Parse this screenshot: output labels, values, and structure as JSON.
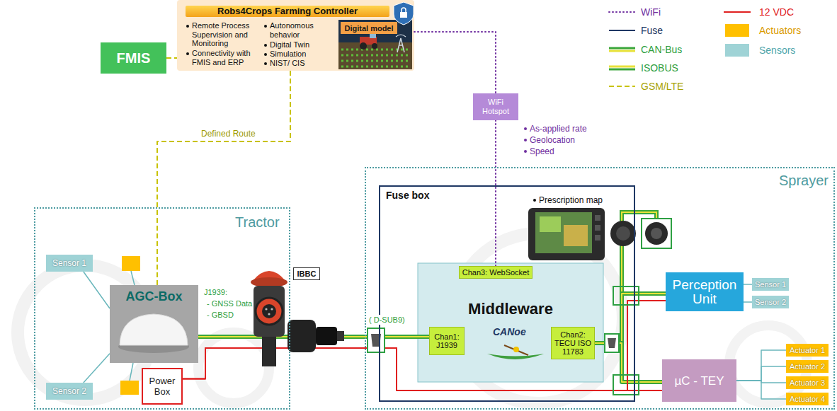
{
  "diagram": {
    "nodes": [
      {
        "text": [
          "Robs4Crops Farming Controller",
          "Remote Process Supervision and Monitoring",
          "Connectivity with FMIS and ERP",
          "Autonomous behavior",
          "Digital Twin",
          "Simulation",
          "NIST/ CIS"
        ]
      },
      {
        "text": [
          "Digital model"
        ],
        "in": 0
      },
      {
        "text": [
          "FMIS"
        ]
      },
      {
        "text": [
          "WiFi Hotspot"
        ]
      },
      {
        "text": [
          "Tractor"
        ]
      },
      {
        "text": [
          "Sensor 1"
        ],
        "in": 4
      },
      {
        "text": [
          "Sensor 2"
        ],
        "in": 4
      },
      {
        "text": [
          "AGC-Box"
        ],
        "in": 4
      },
      {
        "text": [
          "Power Box"
        ],
        "in": 4
      },
      {
        "text": [
          "IBBC"
        ]
      },
      {
        "text": [
          "Sprayer"
        ]
      },
      {
        "text": [
          "Fuse box"
        ],
        "in": 10
      },
      {
        "text": [
          "Middleware"
        ],
        "in": 11
      },
      {
        "text": [
          "Chan3: WebSocket"
        ],
        "in": 12
      },
      {
        "text": [
          "Chan1: J1939"
        ],
        "in": 12
      },
      {
        "text": [
          "Chan2: TECU ISO 11783"
        ],
        "in": 12
      },
      {
        "text": [
          "Perception Unit"
        ],
        "in": 10
      },
      {
        "text": [
          "Sensor 1"
        ],
        "in": 10
      },
      {
        "text": [
          "Sensor 2"
        ],
        "in": 10
      },
      {
        "text": [
          "µC - TEY"
        ],
        "in": 10
      },
      {
        "text": [
          "Actuator 1"
        ],
        "in": 10
      },
      {
        "text": [
          "Actuator 2"
        ],
        "in": 10
      },
      {
        "text": [
          "Actuator 3"
        ],
        "in": 10
      },
      {
        "text": [
          "Actuator 4"
        ],
        "in": 10
      }
    ],
    "edges": [
      {
        "from": 2,
        "to": 0,
        "arrow": "none"
      },
      {
        "from": 0,
        "to": 7,
        "arrow": "none",
        "label": "Defined Route"
      },
      {
        "from": 0,
        "to": 3,
        "arrow": "none"
      },
      {
        "from": 3,
        "to": 13,
        "arrow": "none"
      },
      {
        "from": 5,
        "to": 7,
        "arrow": "none"
      },
      {
        "from": 6,
        "to": 7,
        "arrow": "none"
      },
      {
        "from": 7,
        "to": 14,
        "arrow": "none"
      },
      {
        "from": 15,
        "to": 16,
        "arrow": "none"
      },
      {
        "from": 15,
        "to": 19,
        "arrow": "none"
      },
      {
        "from": 8,
        "to": 19,
        "arrow": "none"
      },
      {
        "from": 8,
        "to": 16,
        "arrow": "none"
      },
      {
        "from": 16,
        "to": 17,
        "arrow": "none"
      },
      {
        "from": 16,
        "to": 18,
        "arrow": "none"
      },
      {
        "from": 19,
        "to": 20,
        "arrow": "none"
      },
      {
        "from": 19,
        "to": 21,
        "arrow": "none"
      },
      {
        "from": 19,
        "to": 22,
        "arrow": "none"
      },
      {
        "from": 19,
        "to": 23,
        "arrow": "none"
      }
    ],
    "labels": [
      "As-applied rate",
      "Geolocation",
      "Speed",
      "J1939:",
      "- GNSS Data",
      "- GBSD",
      "( D-SUB9)",
      "Prescription map",
      "CANoe"
    ],
    "legend": [
      {
        "text": "WiFi"
      },
      {
        "text": "Fuse"
      },
      {
        "text": "CAN-Bus"
      },
      {
        "text": "ISOBUS"
      },
      {
        "text": "GSM/LTE"
      },
      {
        "text": "12 VDC"
      },
      {
        "text": "Actuators",
        "color": "#ffc000"
      },
      {
        "text": "Sensors",
        "color": "#9fd3d6"
      }
    ]
  }
}
